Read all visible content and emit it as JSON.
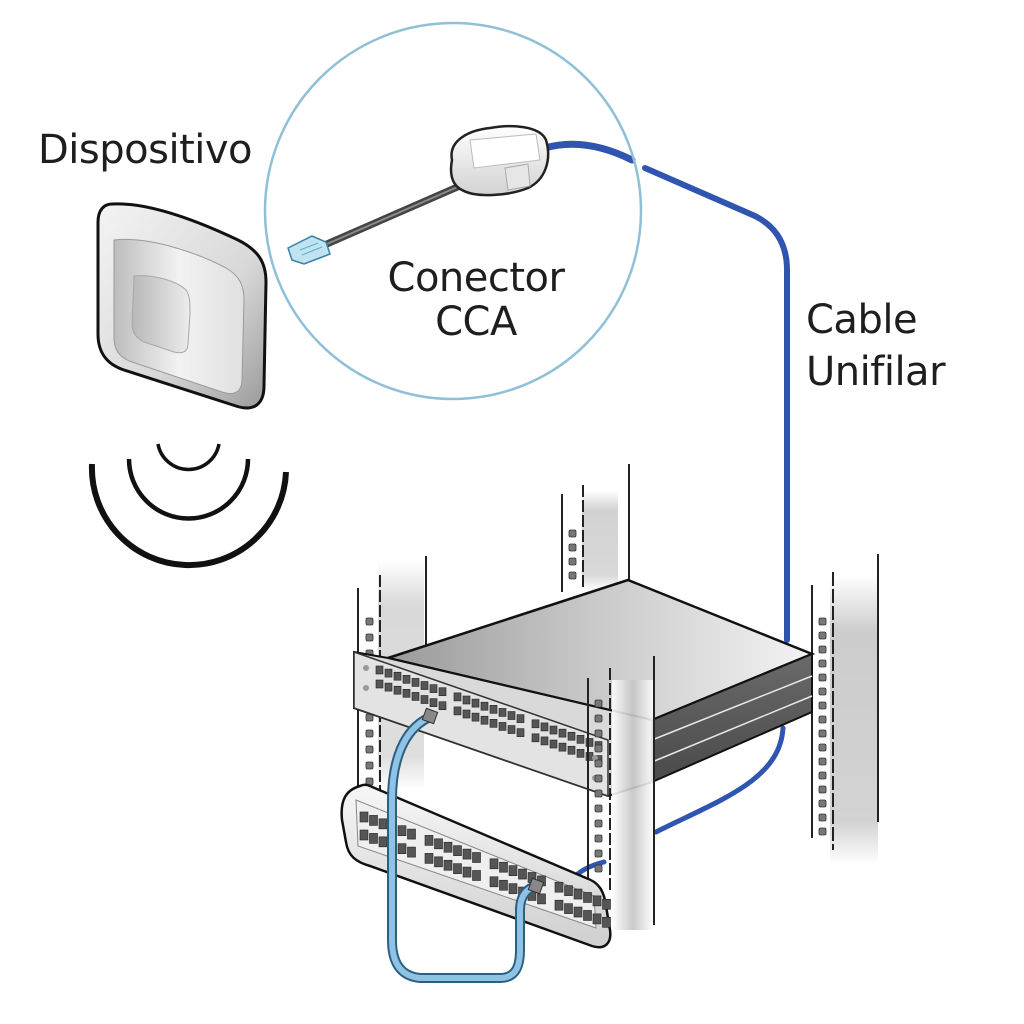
{
  "diagram": {
    "labels": {
      "device": "Dispositivo",
      "connector_line1": "Conector",
      "connector_line2": "CCA",
      "cable_line1": "Cable",
      "cable_line2": "Unifilar"
    },
    "components": [
      {
        "id": "device",
        "icon": "wireless-access-point-icon",
        "label_key": "device"
      },
      {
        "id": "signal",
        "icon": "wireless-signal-waves-icon"
      },
      {
        "id": "connector",
        "icon": "cca-connector-icon",
        "label_key": "connector"
      },
      {
        "id": "cable",
        "icon": "single-wire-cable-icon",
        "label_key": "cable"
      },
      {
        "id": "switch",
        "icon": "network-switch-icon"
      },
      {
        "id": "patch-panel",
        "icon": "patch-panel-icon"
      },
      {
        "id": "rack",
        "icon": "server-rack-icon"
      },
      {
        "id": "patch-cord",
        "icon": "patch-cord-icon"
      }
    ],
    "colors": {
      "cable_blue": "#2f55b0",
      "patch_cord_blue": "#8ec3e6",
      "magnifier_circle": "#8fc0d8",
      "outline": "#1a1a1a",
      "text": "#1e1e1e"
    }
  }
}
